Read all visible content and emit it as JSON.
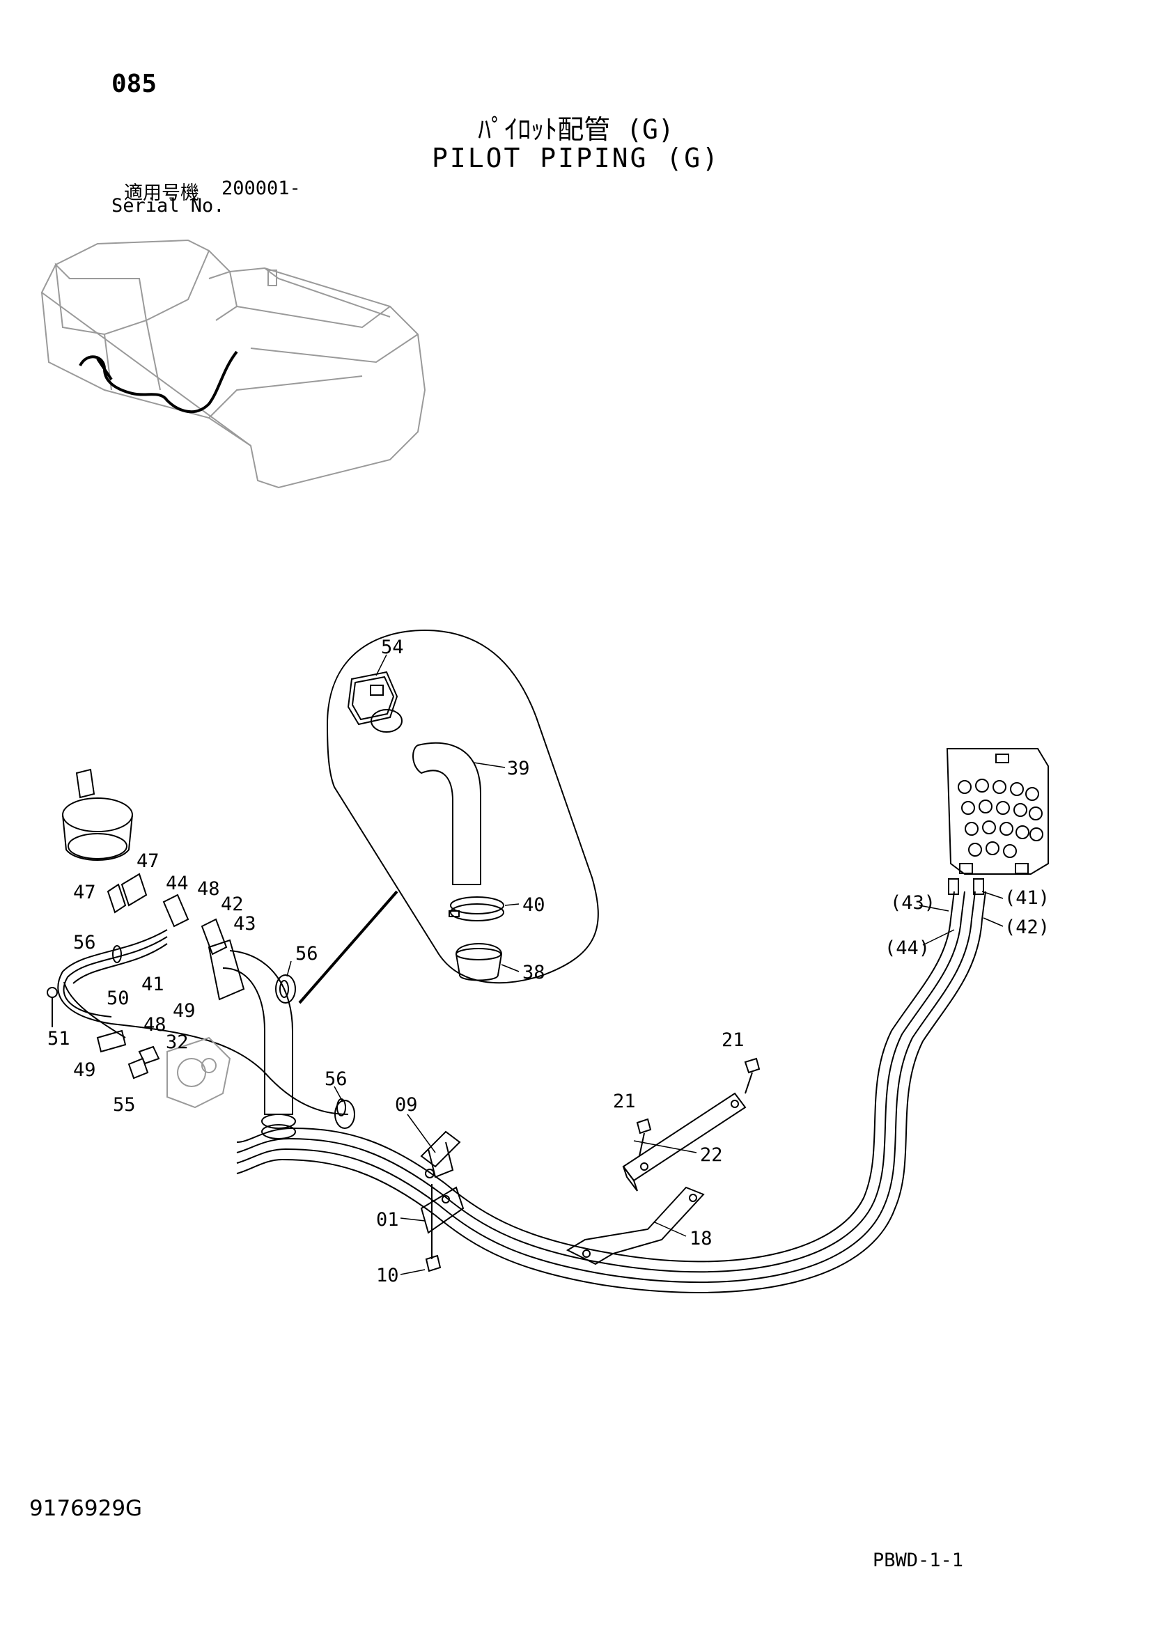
{
  "header": {
    "page_number": "085",
    "title_jp": "ﾊﾟｲﾛｯﾄ配管 (G)",
    "title_en": "PILOT PIPING (G)",
    "serial_label_jp": "適用号機",
    "serial_value": "200001-",
    "serial_label_en": "Serial No."
  },
  "footer": {
    "doc_id": "9176929G",
    "page_ref": "PBWD-1-1"
  },
  "callouts": {
    "c54": "54",
    "c39": "39",
    "c40": "40",
    "c38": "38",
    "c47a": "47",
    "c47b": "47",
    "c44": "44",
    "c48a": "48",
    "c42": "42",
    "c43": "43",
    "c56a": "56",
    "c56b": "56",
    "c56c": "56",
    "c50": "50",
    "c41": "41",
    "c49a": "49",
    "c49b": "49",
    "c51": "51",
    "c48b": "48",
    "c32": "32",
    "c55": "55",
    "c09": "09",
    "c01": "01",
    "c10": "10",
    "c21a": "21",
    "c21b": "21",
    "c22": "22",
    "c18": "18",
    "c43p": "(43)",
    "c41p": "(41)",
    "c42p": "(42)",
    "c44p": "(44)"
  },
  "colors": {
    "line": "#000000",
    "faint": "#9a9a9a",
    "background": "#ffffff"
  }
}
